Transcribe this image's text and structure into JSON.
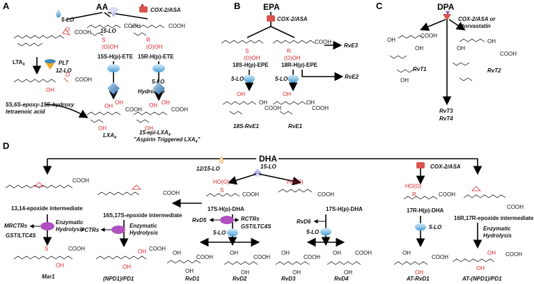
{
  "panels": {
    "a": "A",
    "b": "B",
    "c": "C",
    "d": "D"
  },
  "sources": {
    "aa": "AA",
    "epa": "EPA",
    "dpa": "DPA",
    "dha": "DHA"
  },
  "panel_a": {
    "enz_5lo": "5-LO",
    "enz_15lo": "15-LO",
    "enz_cox": "COX-2/ASA",
    "lta4": "LTA",
    "lta4_sub": "4",
    "enz_plt": "PLT",
    "enz_12lo": "12-LO",
    "h15s": "15S-H(p)-ETE",
    "h15r": "15R-H(p)-ETE",
    "enz_5lo_b": "5-LO",
    "hydrolase": "Hydrolase",
    "epoxy_1": "5S,6S-epoxy-15S-hydroxy",
    "epoxy_2": "tetraenoic acid",
    "lxa4": "LXA",
    "lxa4_sub": "4",
    "epi_lxa4": "15-epi-LXA",
    "epi_lxa4_sub": "4",
    "aspirin": "\"Aspirin Triggered LXA",
    "aspirin_sub": "4",
    "aspirin_end": "\""
  },
  "panel_b": {
    "enz_cox": "COX-2/ASA",
    "h18s": "18S-H(p)-EPE",
    "h18r": "18R-H(p)-EPE",
    "rve3": "RvE3",
    "rve2": "RvE2",
    "enz_5lo_1": "5-LO",
    "enz_5lo_2": "5-LO",
    "rve1_18s": "18S-RvE1",
    "rve1": "RvE1"
  },
  "panel_c": {
    "enz_1": "COX-2/ASA or",
    "enz_2": "Atorvastatin",
    "rvt1": "RvT1",
    "rvt2": "RvT2",
    "rvt3": "RvT3",
    "rvt4": "RvT4"
  },
  "panel_d": {
    "enz_1215": "12/15-LO",
    "enz_15lo": "15-LO",
    "enz_cox": "COX-2/ASA",
    "epox_1314": "13,14-epoxide intermediate",
    "epox_16s": "16S,17S-epoxide intermediate",
    "h17s_a": "17S-H(p)-DHA",
    "h17s_b": "17S-H(p)-DHA",
    "h17r": "17R-H(p)-DHA",
    "epox_16r": "16R,17R-epoxide intermediate",
    "mrctrs": "MRCTRs",
    "gst1": "GST/LTC4S",
    "enz_hydro_1a": "Enzymatic",
    "enz_hydro_1b": "Hydrolysis",
    "pctrs": "PCTRs",
    "enz_hydro_2a": "Enzymatic",
    "enz_hydro_2b": "Hydrolysis",
    "rvd5": "RvD5",
    "rctrs": "RCTRs",
    "gst2": "GST/LTC4S",
    "enz_5lo_1": "5-LO",
    "rvd6": "RvD6",
    "enz_5lo_2": "5-LO",
    "enz_5lo_3": "5-LO",
    "enz_hydro_3a": "Enzymatic",
    "enz_hydro_3b": "Hydrolysis",
    "mar1": "Mar1",
    "npd1": "(NPD1)/PD1",
    "rvd1": "RvD1",
    "rvd2": "RvD2",
    "rvd3": "RvD3",
    "rvd4": "RvD4",
    "at_rvd1": "AT-RvD1",
    "at_npd1": "AT-(NPD1)/PD1"
  },
  "chem": {
    "cooh": "COOH",
    "oh": "OH",
    "ooh": "(O)OH",
    "hoo": "HO(O)",
    "o": "O",
    "s": "S",
    "r": "R"
  },
  "colors": {
    "arrow": "#000000",
    "red_group": "#d9262c",
    "blue_drop": "#5aa9d6",
    "purple_oval": "#b04fc0",
    "lavender": "#b8b8e8",
    "orange": "#f5a623",
    "cox_red": "#d9534f"
  },
  "icons": [
    "5-lo-drop-icon",
    "15-lo-cone-icon",
    "cox2-enzyme-icon",
    "plt-cone-icon",
    "5-lo-ellipse-icon",
    "hydrolase-diamond-icon",
    "gst-oval-icon",
    "12-15-lo-drop-icon"
  ]
}
